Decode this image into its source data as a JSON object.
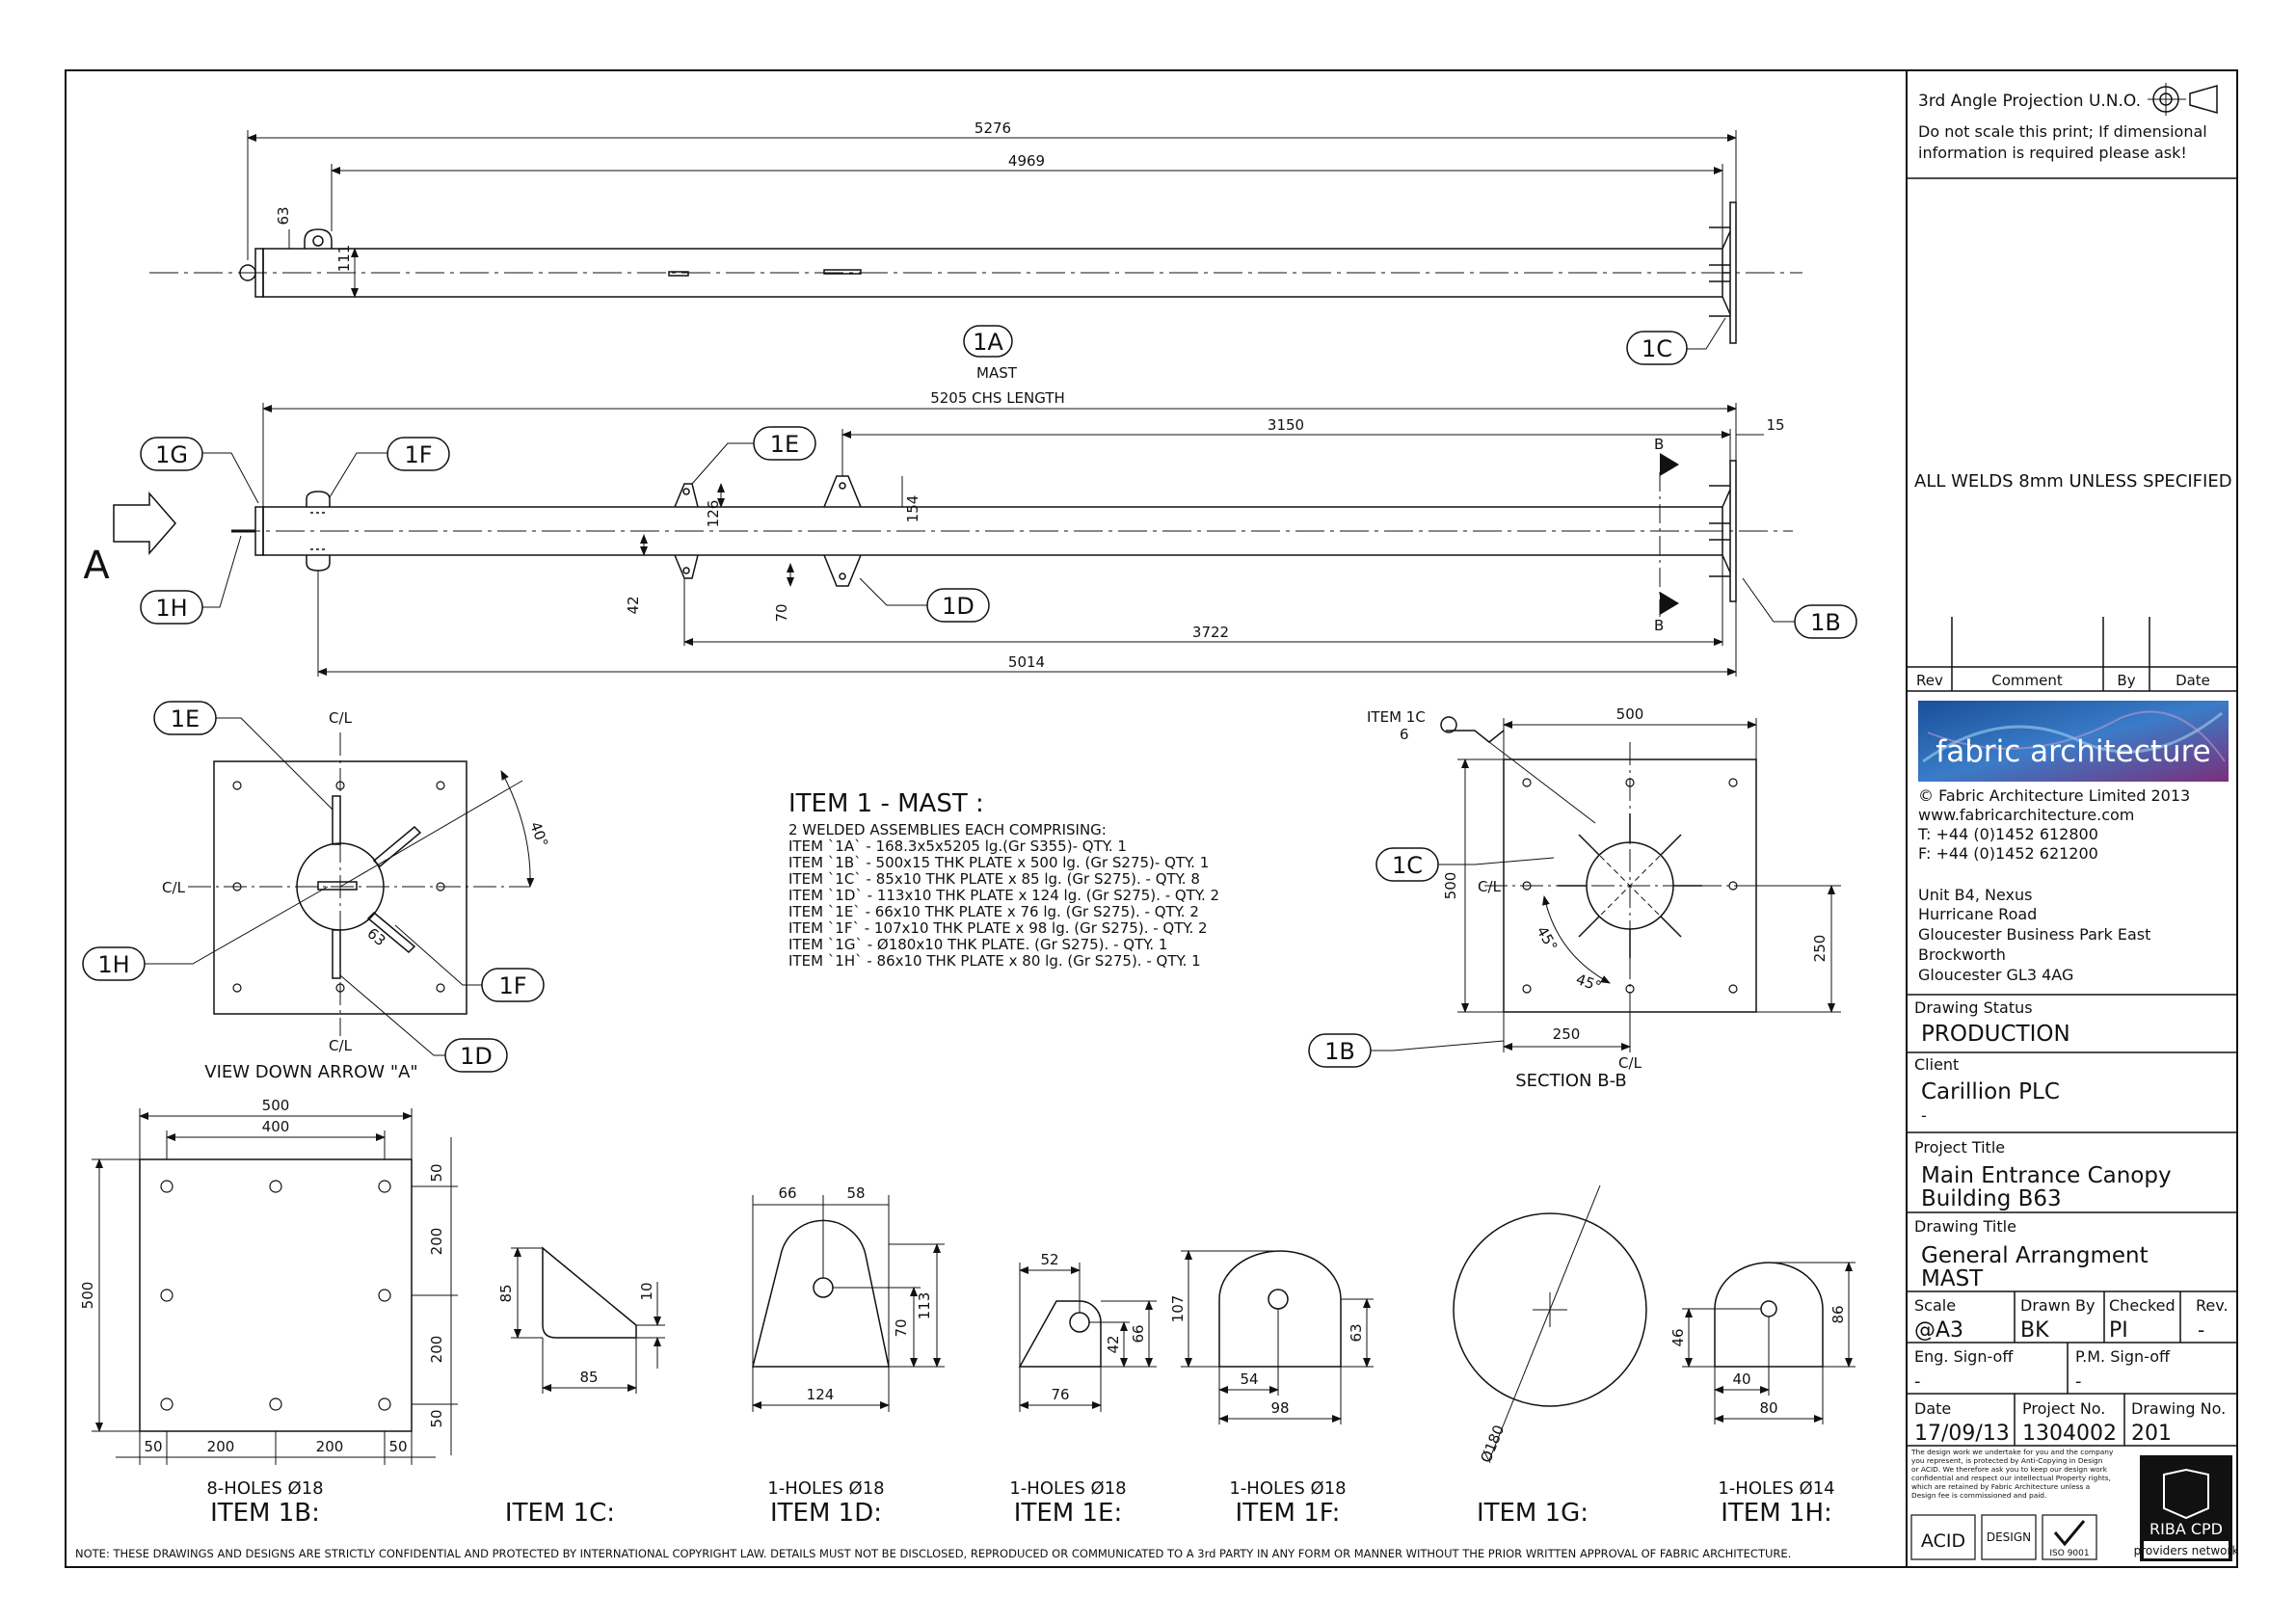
{
  "title_block": {
    "projection": "3rd Angle Projection U.N.O.",
    "scale_note_1": "Do not scale this print; If dimensional",
    "scale_note_2": "information is required please ask!",
    "weld_note": "ALL WELDS 8mm UNLESS SPECIFIED",
    "rev_headers": [
      "Rev",
      "Comment",
      "By",
      "Date"
    ],
    "company_logo_text": "fabric architecture",
    "company_lines": [
      "© Fabric Architecture Limited 2013",
      "www.fabricarchitecture.com",
      "T: +44 (0)1452 612800",
      "F: +44 (0)1452 621200"
    ],
    "address_lines": [
      "Unit B4, Nexus",
      "Hurricane Road",
      "Gloucester Business Park East",
      "Brockworth",
      "Gloucester GL3 4AG"
    ],
    "drawing_status_label": "Drawing Status",
    "drawing_status": "PRODUCTION",
    "client_label": "Client",
    "client": "Carillion PLC",
    "client_sub": "-",
    "project_title_label": "Project Title",
    "project_title_1": "Main Entrance Canopy",
    "project_title_2": "Building B63",
    "drawing_title_label": "Drawing Title",
    "drawing_title_1": "General Arrangment",
    "drawing_title_2": "MAST",
    "scale_label": "Scale",
    "scale": "@A3",
    "drawn_by_label": "Drawn By",
    "drawn_by": "BK",
    "checked_label": "Checked",
    "checked": "PI",
    "rev_label": "Rev.",
    "rev": "-",
    "eng_signoff_label": "Eng. Sign-off",
    "eng_signoff": "-",
    "pm_signoff_label": "P.M. Sign-off",
    "pm_signoff": "-",
    "date_label": "Date",
    "date": "17/09/13",
    "project_no_label": "Project No.",
    "project_no": "1304002",
    "drawing_no_label": "Drawing No.",
    "drawing_no": "201",
    "disclaimer_lines": [
      "The design work we undertake for you and the company",
      "you represent, is protected by Anti-Copying in Design",
      "or ACID. We therefore ask you to keep our design work",
      "confidential and respect our intellectual Property rights,",
      "which are retained by Fabric Architecture unless a",
      "Design fee is commissioned and paid."
    ],
    "badges": [
      "ACID",
      "DESIGN",
      "ISO 9001",
      "RIBA CPD",
      "providers network"
    ]
  },
  "footer_note": "NOTE: THESE DRAWINGS AND DESIGNS ARE STRICTLY CONFIDENTIAL AND PROTECTED BY INTERNATIONAL COPYRIGHT LAW. DETAILS MUST NOT BE DISCLOSED, REPRODUCED OR COMMUNICATED TO A 3rd PARTY IN ANY FORM OR MANNER WITHOUT THE PRIOR WRITTEN APPROVAL OF FABRIC ARCHITECTURE.",
  "views": {
    "elevation_top": {
      "dims": [
        "5276",
        "4969",
        "63",
        "111"
      ],
      "callout_1a": "1A",
      "caption": "MAST",
      "callout_1c": "1C"
    },
    "elevation_plan": {
      "dims": [
        "5205 CHS LENGTH",
        "3150",
        "15",
        "126",
        "154",
        "42",
        "70",
        "3722",
        "5014"
      ],
      "callouts": [
        "1G",
        "1F",
        "1E",
        "1D",
        "1H",
        "1B"
      ],
      "arrow_label": "A",
      "section_marks": [
        "B",
        "B"
      ]
    },
    "view_a": {
      "callouts": [
        "1E",
        "1H",
        "1F",
        "1D"
      ],
      "cl": [
        "C/L",
        "C/L",
        "C/L"
      ],
      "dims": [
        "40°",
        "63"
      ],
      "caption": "VIEW DOWN ARROW \"A\""
    },
    "section_bb": {
      "item_note": "ITEM 1C",
      "weld": "6",
      "callouts": [
        "1C",
        "1B"
      ],
      "dims": [
        "500",
        "500",
        "250",
        "250",
        "45°",
        "45°"
      ],
      "cl": [
        "C/L",
        "C/L"
      ],
      "caption": "SECTION B-B"
    }
  },
  "notes": {
    "heading": "ITEM 1 - MAST :",
    "lines": [
      "2 WELDED ASSEMBLIES EACH COMPRISING:",
      "ITEM `1A` - 168.3x5x5205 lg.(Gr S355)- QTY. 1",
      "ITEM `1B` - 500x15 THK PLATE x 500 lg. (Gr S275)- QTY. 1",
      "ITEM `1C` - 85x10 THK PLATE x 85 lg. (Gr S275). - QTY. 8",
      "ITEM `1D` - 113x10 THK PLATE x 124 lg. (Gr S275). - QTY. 2",
      "ITEM `1E` - 66x10 THK PLATE x 76 lg. (Gr S275). - QTY. 2",
      "ITEM `1F` -  107x10 THK PLATE x 98 lg. (Gr S275). - QTY. 2",
      "ITEM `1G` - Ø180x10 THK PLATE. (Gr S275). - QTY. 1",
      "ITEM `1H` - 86x10 THK PLATE x 80 lg. (Gr S275). - QTY. 1"
    ]
  },
  "items": [
    {
      "id": "1B",
      "title": "ITEM 1B:",
      "holes": "8-HOLES Ø18",
      "dims": [
        "500",
        "400",
        "500",
        "50",
        "200",
        "200",
        "50",
        "50",
        "200",
        "200",
        "50"
      ]
    },
    {
      "id": "1C",
      "title": "ITEM 1C:",
      "holes": "",
      "dims": [
        "85",
        "10",
        "85"
      ]
    },
    {
      "id": "1D",
      "title": "ITEM 1D:",
      "holes": "1-HOLES Ø18",
      "dims": [
        "66",
        "58",
        "70",
        "113",
        "124"
      ]
    },
    {
      "id": "1E",
      "title": "ITEM 1E:",
      "holes": "1-HOLES Ø18",
      "dims": [
        "52",
        "42",
        "66",
        "76"
      ]
    },
    {
      "id": "1F",
      "title": "ITEM 1F:",
      "holes": "1-HOLES Ø18",
      "dims": [
        "107",
        "63",
        "54",
        "98"
      ]
    },
    {
      "id": "1G",
      "title": "ITEM 1G:",
      "holes": "",
      "dims": [
        "Ø180"
      ]
    },
    {
      "id": "1H",
      "title": "ITEM 1H:",
      "holes": "1-HOLES Ø14",
      "dims": [
        "46",
        "86",
        "40",
        "80"
      ]
    }
  ]
}
